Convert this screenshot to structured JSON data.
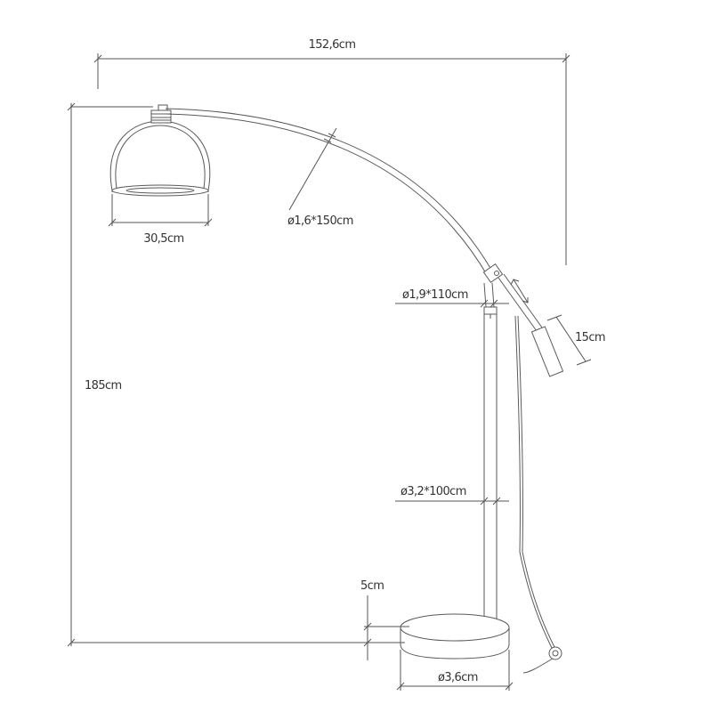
{
  "dimensions": {
    "overall_width": "152,6cm",
    "overall_height": "185cm",
    "shade_diameter": "30,5cm",
    "arm_upper": "ø1,6*150cm",
    "arm_lower": "ø1,9*110cm",
    "counterweight_length": "15cm",
    "pole": "ø3,2*100cm",
    "base_height": "5cm",
    "base_diameter": "ø3,6cm"
  },
  "colors": {
    "line": "#5a5a5a",
    "dimension_line": "#555555",
    "text": "#333333"
  }
}
